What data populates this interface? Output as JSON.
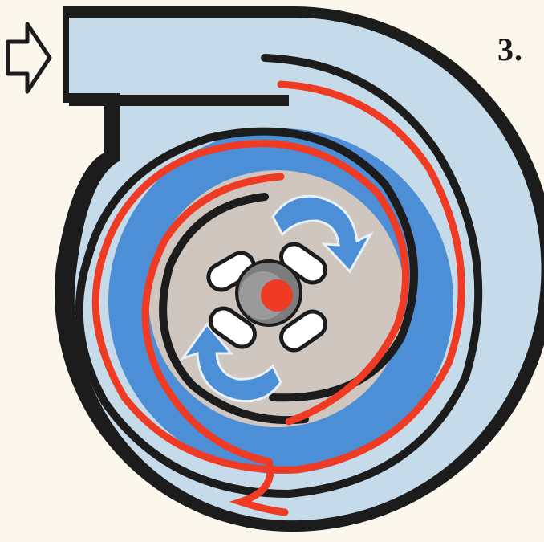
{
  "figure": {
    "step_label": "3."
  },
  "colors": {
    "background": "#fbf7ec",
    "casing_black": "#1c1c1c",
    "casing_light_blue": "#c6dbe9",
    "flow_blue": "#4d8fd6",
    "spiral_red": "#ef3b24",
    "disc_grey": "#cfc6bf",
    "hub_grey": "#7d7d7d",
    "hub_red": "#ef3b24",
    "slot_white": "#ffffff"
  },
  "icons": {
    "inlet_arrow": "hollow-right-arrow",
    "flow_arrows": "curved-flow-arrow"
  }
}
